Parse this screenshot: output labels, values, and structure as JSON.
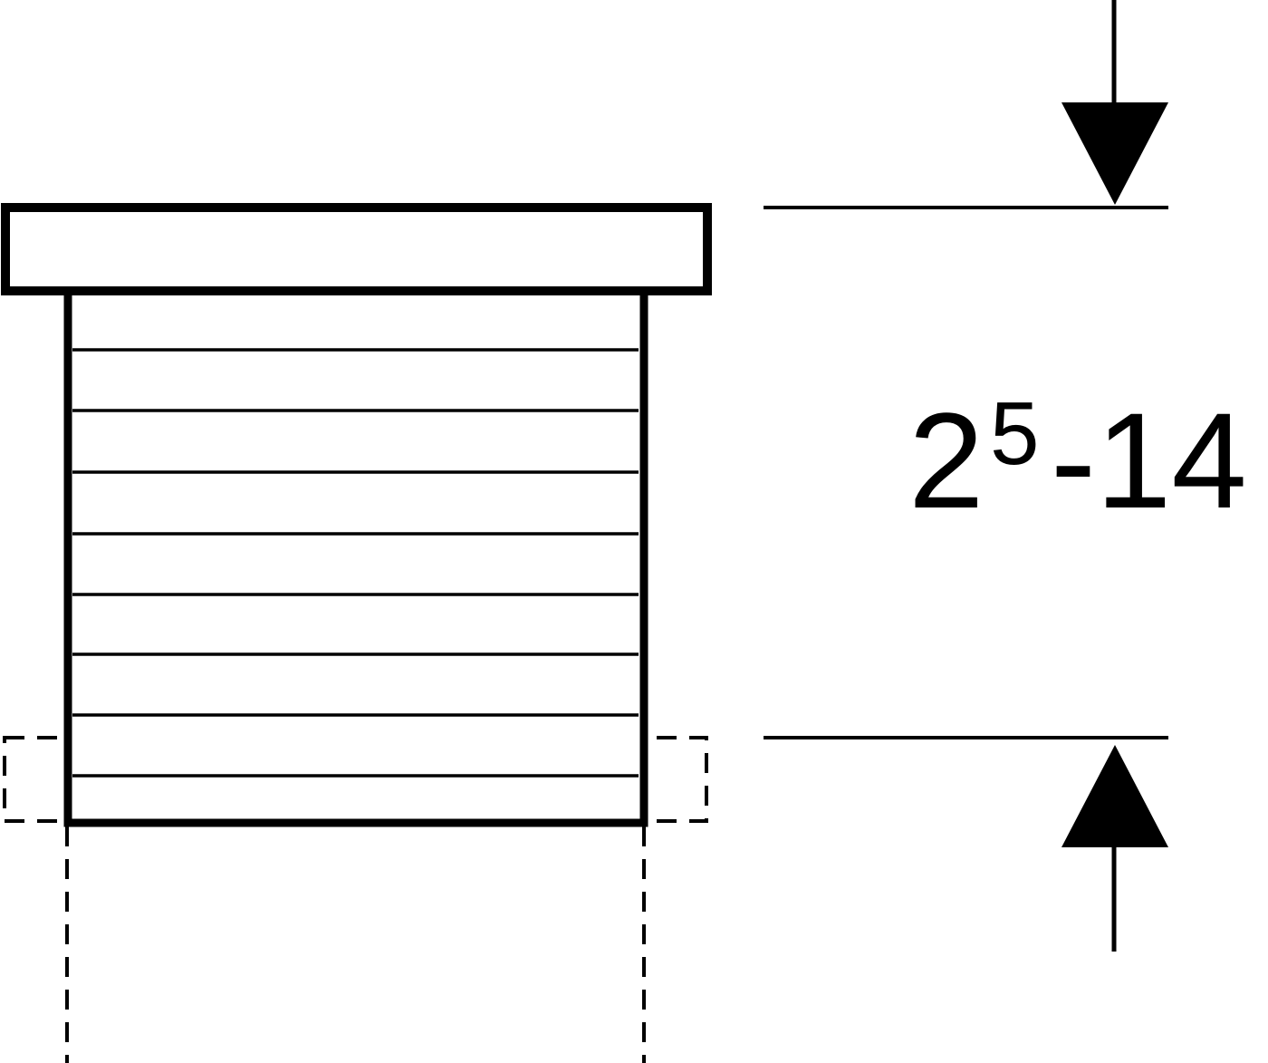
{
  "drawing": {
    "dimension_label": {
      "base": "2",
      "superscript": "5",
      "suffix": "-14"
    },
    "colors": {
      "line": "#000000",
      "background": "#ffffff"
    },
    "features": {
      "threaded_shaft": true,
      "flange_cap": true,
      "dashed_mounting_outline": true,
      "dimension_arrows": [
        "arrow-down-icon",
        "arrow-up-icon"
      ]
    }
  }
}
